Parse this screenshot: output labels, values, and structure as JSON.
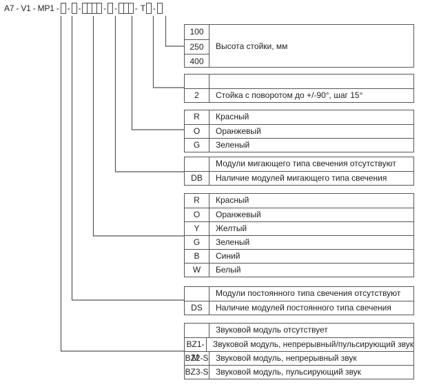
{
  "code": {
    "prefix": "A7 - V1 - MP1 -",
    "separator": "-",
    "t_marker": "T"
  },
  "tables": {
    "height": {
      "codes": [
        "100",
        "250",
        "400"
      ],
      "description": "Высота стойки, мм"
    },
    "rotation": {
      "rows": [
        {
          "code": "",
          "desc": ""
        },
        {
          "code": "2",
          "desc": "Стойка с поворотом до +/-90°, шаг 15°"
        }
      ]
    },
    "flash_colors": {
      "rows": [
        {
          "code": "R",
          "desc": "Красный"
        },
        {
          "code": "O",
          "desc": "Оранжевый"
        },
        {
          "code": "G",
          "desc": "Зеленый"
        }
      ]
    },
    "flash_modules": {
      "rows": [
        {
          "code": "",
          "desc": "Модули мигающего типа свечения отсутствуют"
        },
        {
          "code": "DB",
          "desc": "Наличие модулей мигающего типа свечения"
        }
      ]
    },
    "steady_colors": {
      "rows": [
        {
          "code": "R",
          "desc": "Красный"
        },
        {
          "code": "O",
          "desc": "Оранжевый"
        },
        {
          "code": "Y",
          "desc": "Желтый"
        },
        {
          "code": "G",
          "desc": "Зеленый"
        },
        {
          "code": "B",
          "desc": "Синий"
        },
        {
          "code": "W",
          "desc": "Белый"
        }
      ]
    },
    "steady_modules": {
      "rows": [
        {
          "code": "",
          "desc": "Модули постоянного типа свечения отсутствуют"
        },
        {
          "code": "DS",
          "desc": "Наличие модулей постоянного типа свечения"
        }
      ]
    },
    "sound": {
      "rows": [
        {
          "code": "",
          "desc": "Звуковой модуль отсутствует"
        },
        {
          "code": "BZ1-M",
          "desc": "Звуковой модуль, непрерывный/пульсирующий звук"
        },
        {
          "code": "BZ2-S",
          "desc": "Звуковой модуль, непрерывный звук"
        },
        {
          "code": "BZ3-S",
          "desc": "Звуковой модуль, пульсирующий звук"
        }
      ]
    }
  }
}
